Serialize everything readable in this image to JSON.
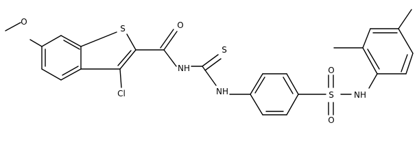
{
  "molecule": {
    "atoms": {
      "methoxy_o": "O",
      "thiophene_s": "S",
      "carbonyl_o": "O",
      "thiocarbonyl_s": "S",
      "amide_nh": "NH",
      "thiourea_nh": "NH",
      "chloro": "Cl",
      "sulfonyl_s": "S",
      "sulfonyl_o_top": "O",
      "sulfonyl_o_bottom": "O",
      "sulfonamide_nh": "NH"
    }
  }
}
